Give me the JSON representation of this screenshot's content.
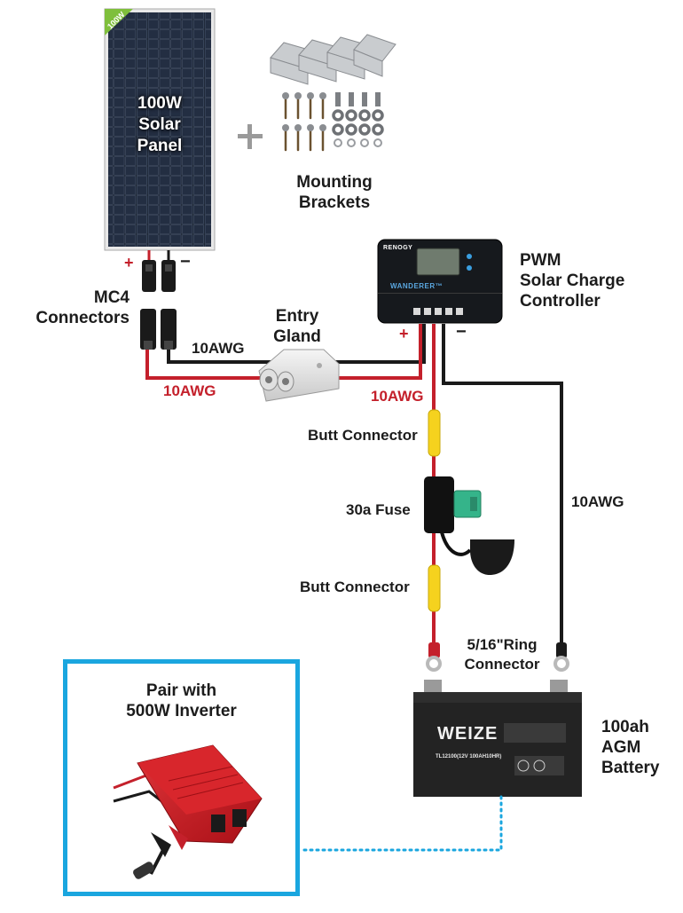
{
  "components": {
    "solar_panel": {
      "label_lines": [
        "100W",
        "Solar",
        "Panel"
      ],
      "badge": "100W"
    },
    "mounting_brackets": {
      "label_lines": [
        "Mounting",
        "Brackets"
      ]
    },
    "plus_sign": "+",
    "mc4_connectors": {
      "label_lines": [
        "MC4",
        "Connectors"
      ]
    },
    "entry_gland": {
      "label_lines": [
        "Entry",
        "Gland"
      ]
    },
    "charge_controller": {
      "label_lines": [
        "PWM",
        "Solar Charge",
        "Controller"
      ],
      "brand": "RENOGY",
      "model": "WANDERER™"
    },
    "butt_connector_top": "Butt Connector",
    "fuse": "30a Fuse",
    "butt_connector_bottom": "Butt Connector",
    "ring_connector": {
      "label_lines": [
        "5/16\"Ring",
        "Connector"
      ]
    },
    "battery": {
      "label_lines": [
        "100ah",
        "AGM",
        "Battery"
      ],
      "brand": "WEIZE",
      "model": "TL12100(12V 100AH10HR)"
    },
    "inverter": {
      "label_lines": [
        "Pair with",
        "500W Inverter"
      ]
    }
  },
  "wire_labels": {
    "black_panel_to_gland": "10AWG",
    "red_panel_to_gland": "10AWG",
    "red_gland_to_controller": "10AWG",
    "black_controller_to_battery": "10AWG"
  },
  "polarity": {
    "panel_positive": "+",
    "panel_negative": "−",
    "controller_positive": "+",
    "controller_negative": "−"
  },
  "colors": {
    "positive_wire": "#c4202b",
    "negative_wire": "#1a1a1a",
    "butt_connector": "#f5d21e",
    "fuse_tab": "#35b48a",
    "dotted_link": "#1aa6df",
    "inverter_box_border": "#1aa6df",
    "inverter_body": "#c8161d"
  },
  "icons": {
    "solar_panel": "solar-panel-icon",
    "brackets": "bracket-hardware-icon",
    "controller": "charge-controller-icon",
    "gland": "entry-gland-icon",
    "fuse": "inline-fuse-icon",
    "battery": "agm-battery-icon",
    "inverter": "power-inverter-icon"
  }
}
